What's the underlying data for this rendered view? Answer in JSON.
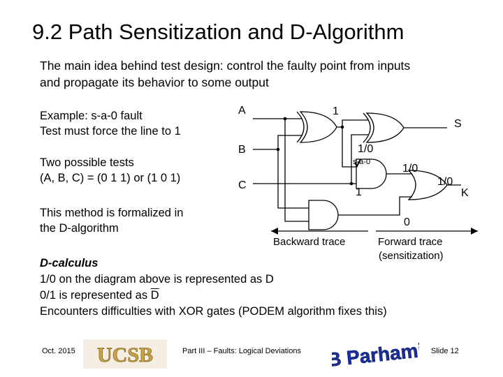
{
  "slide": {
    "title": "9.2  Path Sensitization and D-Algorithm",
    "intro": [
      "The main idea behind test design: control the faulty point from inputs",
      "and propagate its behavior to some output"
    ],
    "example": [
      "Example: s-a-0 fault",
      "Test must force the line to 1"
    ],
    "tests": [
      "Two possible tests",
      "(A, B, C) = (0 1 1)  or  (1 0 1)"
    ],
    "method": [
      "This method is formalized in",
      "the D-algorithm"
    ]
  },
  "diagram": {
    "input_a": "A",
    "input_b": "B",
    "input_c": "C",
    "output_s": "S",
    "output_k": "K",
    "xor1_out_value": "1",
    "fault_value": "1/0",
    "fault_label": "s-a-0",
    "c_branch_value": "1",
    "and_out_value": "1/0",
    "or_out_value": "1/0",
    "bottom_and_value": "0",
    "backward_trace": "Backward trace",
    "forward_trace": [
      "Forward trace",
      "(sensitization)"
    ]
  },
  "dcalculus": {
    "heading": "D-calculus",
    "line1": "1/0 on the diagram above is represented as D",
    "line2_prefix": "0/1 is represented as ",
    "line2_symbol": "D",
    "line3": "Encounters difficulties with XOR gates (PODEM algorithm fixes this)"
  },
  "footer": {
    "date": "Oct. 2015",
    "logo_text": "UCSB",
    "course": "Part III – Faults: Logical Deviations",
    "author_logo": "B Parhami",
    "slide_number": "Slide 12"
  }
}
